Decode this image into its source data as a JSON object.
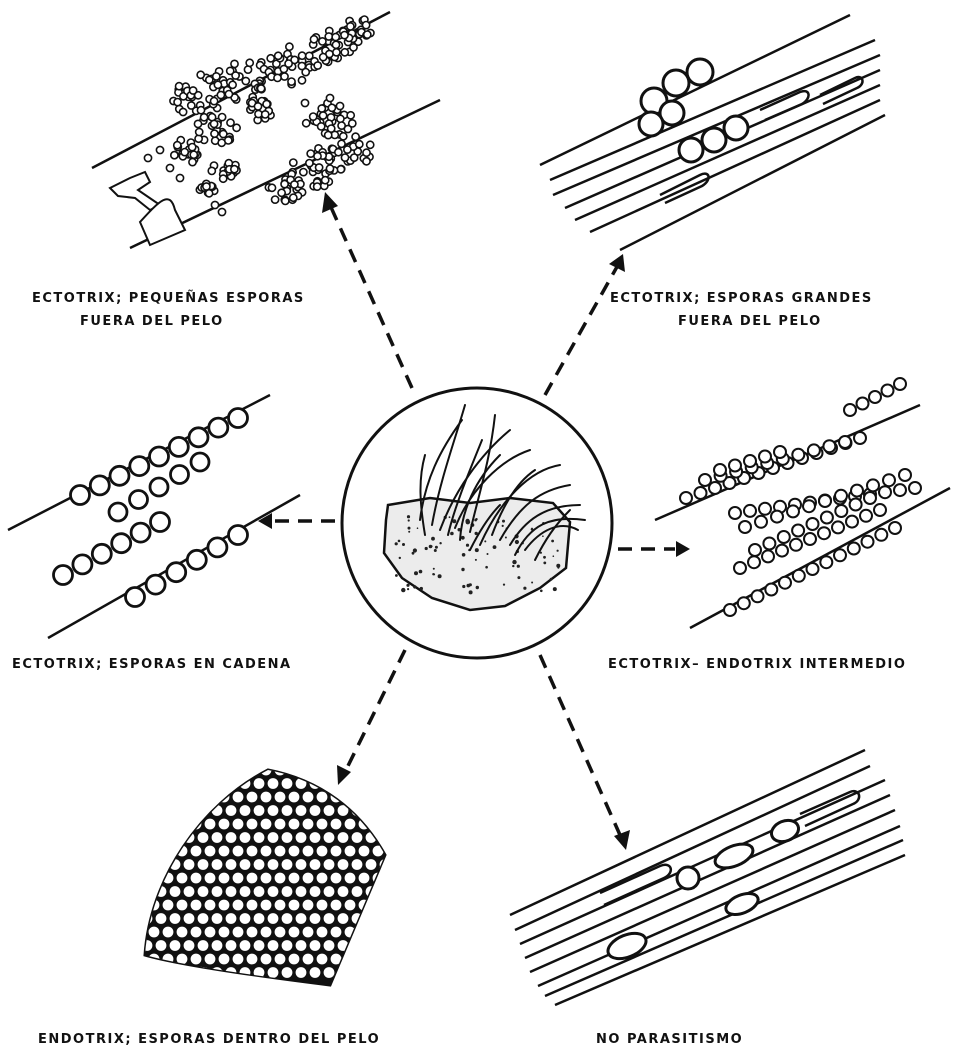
{
  "captions": {
    "top_left_line1": "ECTOTRIX; PEQUEÑAS ESPORAS",
    "top_left_line2": "FUERA DEL PELO",
    "top_right_line1": "ECTOTRIX; ESPORAS GRANDES",
    "top_right_line2": "FUERA DEL PELO",
    "mid_left": "ECTOTRIX; ESPORAS EN CADENA",
    "mid_right": "ECTOTRIX– ENDOTRIX INTERMEDIO",
    "bottom_left": "ENDOTRIX; ESPORAS DENTRO DEL PELO",
    "bottom_right": "NO PARASITISMO"
  },
  "colors": {
    "ink": "#111111",
    "paper": "#ffffff",
    "skin_fill": "#e9e9e9"
  }
}
